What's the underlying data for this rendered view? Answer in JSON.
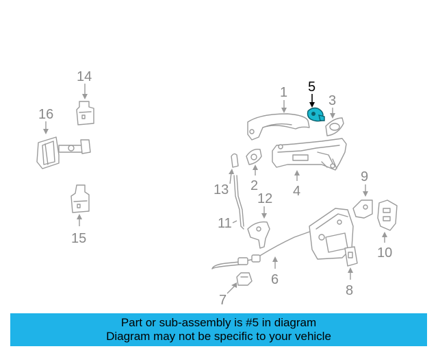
{
  "diagram": {
    "callouts": {
      "c1": "1",
      "c2": "2",
      "c3": "3",
      "c4": "4",
      "c5": "5",
      "c6": "6",
      "c7": "7",
      "c8": "8",
      "c9": "9",
      "c10": "10",
      "c11": "11",
      "c12": "12",
      "c13": "13",
      "c14": "14",
      "c15": "15",
      "c16": "16"
    },
    "highlighted_part": "5",
    "highlight_color": "#1ab8cf"
  },
  "banner": {
    "line1": "Part or sub-assembly is #5 in diagram",
    "line2": "Diagram may not be specific to your vehicle",
    "background": "#1fb3e8"
  }
}
